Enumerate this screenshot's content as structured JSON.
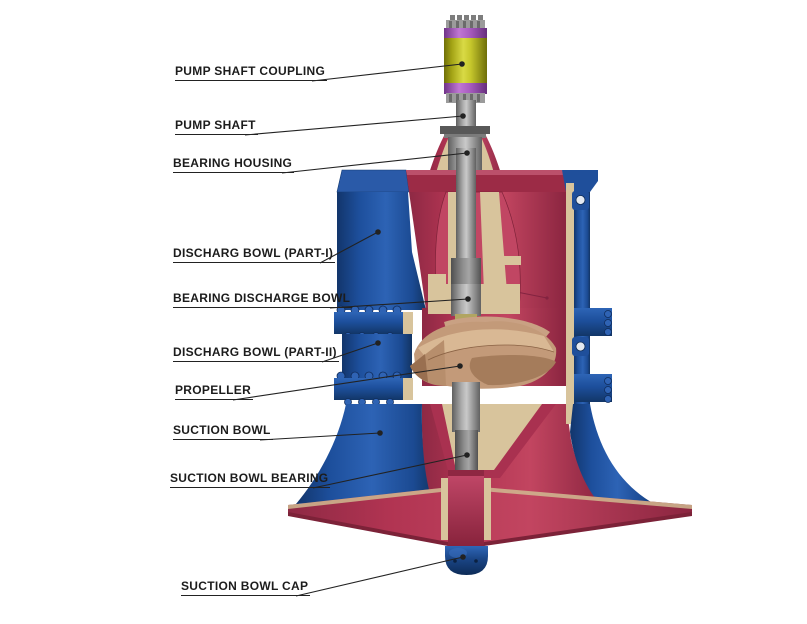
{
  "diagram": {
    "type": "technical-annotated-diagram",
    "subject": "vertical pump cross-section",
    "labels": [
      {
        "text": "PUMP SHAFT COUPLING"
      },
      {
        "text": "PUMP SHAFT"
      },
      {
        "text": "BEARING HOUSING"
      },
      {
        "text": "DISCHARG BOWL (PART-I)"
      },
      {
        "text": "BEARING DISCHARGE BOWL"
      },
      {
        "text": "DISCHARG BOWL (PART-II)"
      },
      {
        "text": "PROPELLER"
      },
      {
        "text": "SUCTION BOWL"
      },
      {
        "text": "SUCTION BOWL BEARING"
      },
      {
        "text": "SUCTION BOWL CAP"
      }
    ],
    "colors": {
      "casing_blue": "#1d4f9c",
      "section_red": "#b5375a",
      "cut_tan": "#d8c49c",
      "shaft_gray": "#8f8f8f",
      "coupling_yellow": "#b9ba23",
      "coupling_purple": "#a85cc0",
      "propeller_tan": "#c39a79",
      "cap_blue": "#1a4585",
      "label_color": "#1c1c1c",
      "leader_line": "#222222"
    }
  }
}
